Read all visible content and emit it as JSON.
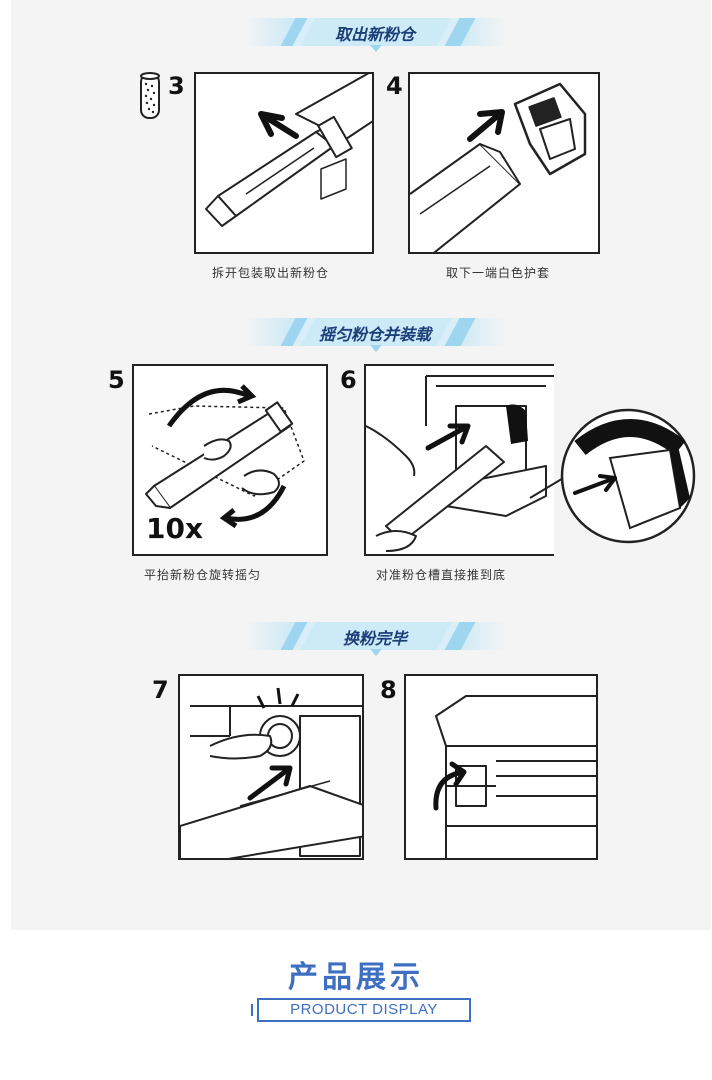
{
  "sections": [
    {
      "title": "取出新粉仓"
    },
    {
      "title": "摇匀粉仓并装载"
    },
    {
      "title": "换粉完毕"
    }
  ],
  "steps": [
    {
      "number": "3",
      "caption": "拆开包装取出新粉仓"
    },
    {
      "number": "4",
      "caption": "取下一端白色护套"
    },
    {
      "number": "5",
      "caption": "平抬新粉仓旋转摇匀",
      "overlay": "10x"
    },
    {
      "number": "6",
      "caption": "对准粉仓槽直接推到底"
    },
    {
      "number": "7",
      "caption": ""
    },
    {
      "number": "8",
      "caption": ""
    }
  ],
  "product_display": {
    "title": "产品展示",
    "subtitle": "PRODUCT DISPLAY"
  },
  "colors": {
    "accent_blue": "#3f6fc0",
    "banner_blue": "#cdeaf7",
    "banner_text": "#1c3f7a"
  }
}
